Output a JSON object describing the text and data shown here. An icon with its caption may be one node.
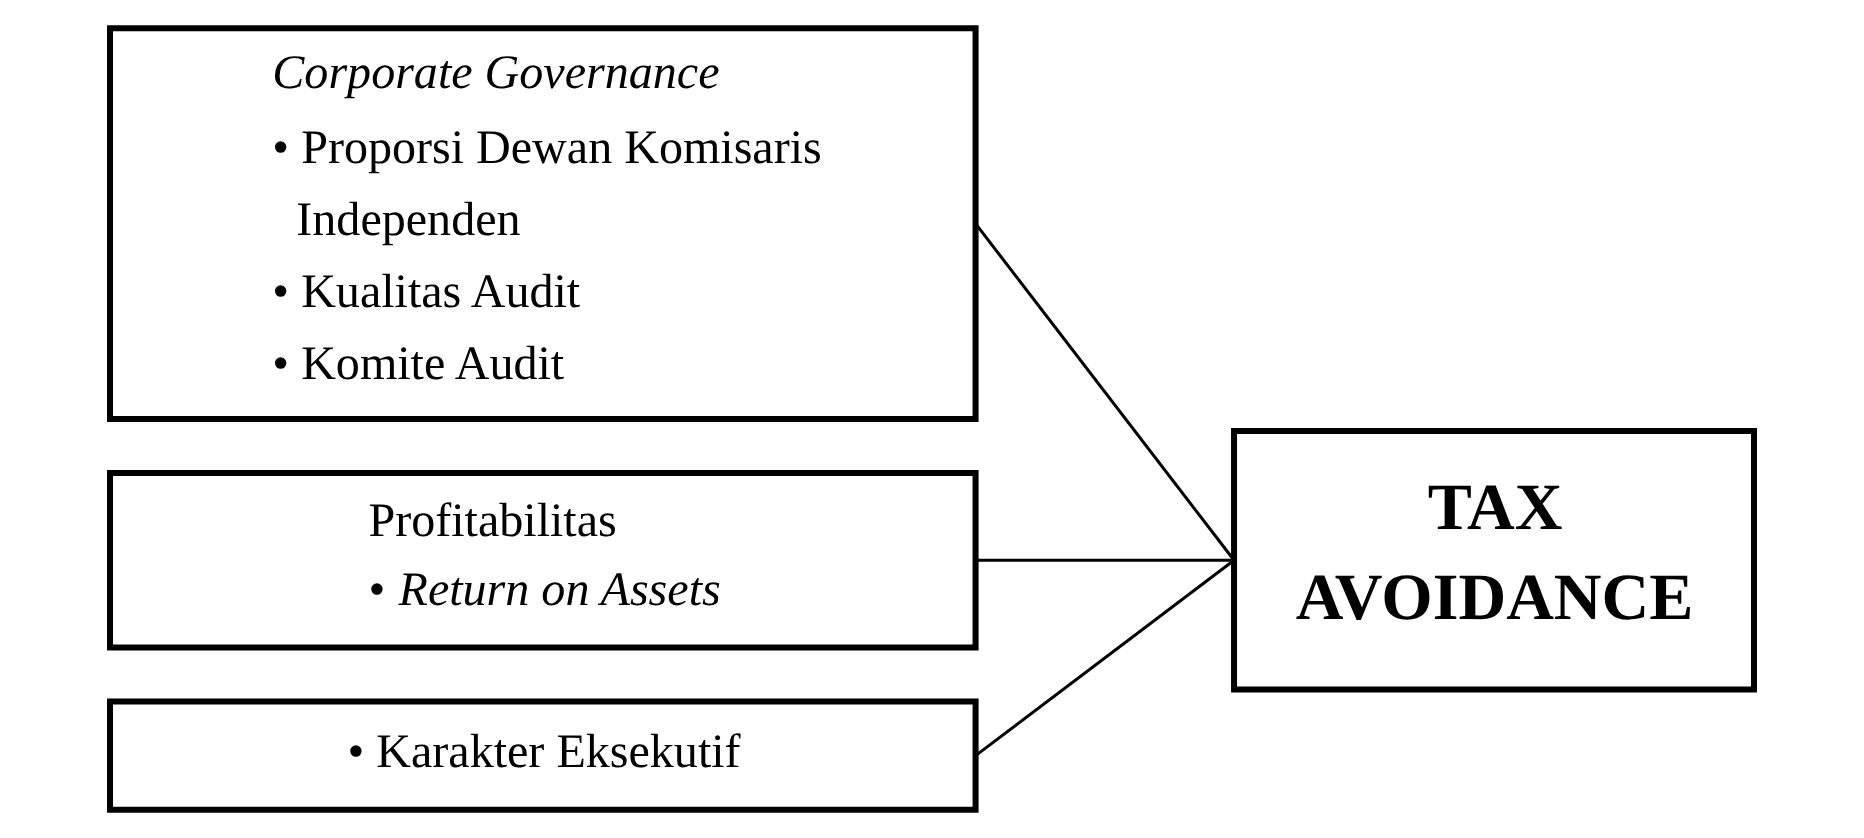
{
  "diagram": {
    "nodes": [
      {
        "text": [
          "Corporate Governance",
          "• Proporsi Dewan Komisaris Independen",
          "• Kualitas Audit",
          "• Komite Audit"
        ]
      },
      {
        "text": [
          "Profitabilitas",
          "• *Return on Assets*"
        ]
      },
      {
        "text": [
          "• Karakter Eksekutif"
        ]
      },
      {
        "text": [
          "TAX AVOIDANCE"
        ]
      }
    ],
    "edges": [
      {
        "from": 0,
        "to": 3,
        "arrow": "none"
      },
      {
        "from": 1,
        "to": 3,
        "arrow": "none"
      },
      {
        "from": 2,
        "to": 3,
        "arrow": "none"
      }
    ]
  }
}
